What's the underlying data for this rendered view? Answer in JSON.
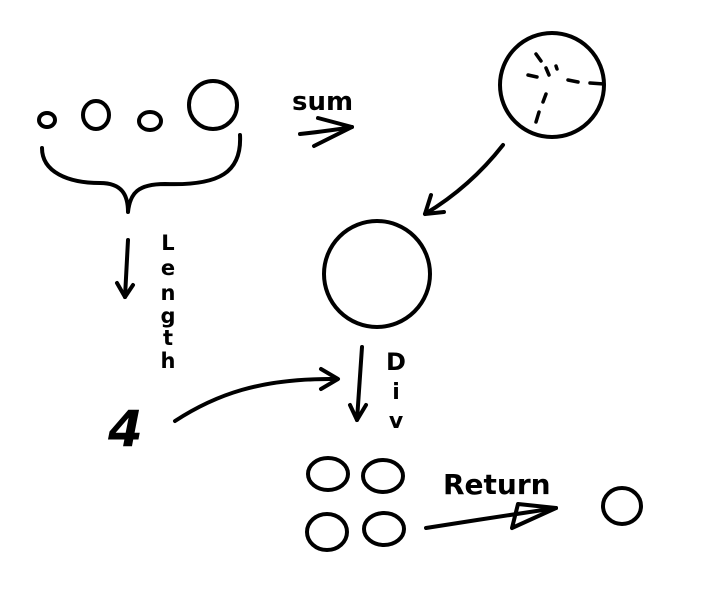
{
  "labels": {
    "sum": "sum",
    "length": "Length",
    "div": "Div",
    "return": "Return",
    "four": "4"
  },
  "colors": {
    "ink": "#000000",
    "background": "#ffffff"
  }
}
